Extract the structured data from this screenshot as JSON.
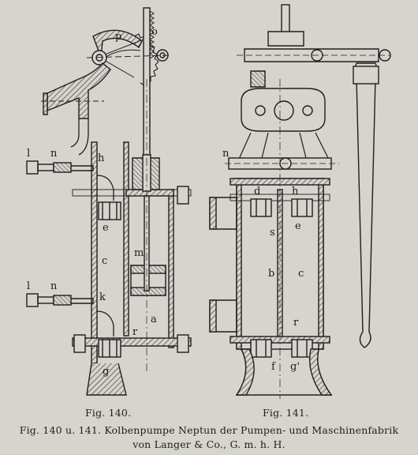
{
  "figure_labels": {
    "fig140": "Fig. 140.",
    "fig141": "Fig. 141."
  },
  "caption": {
    "line1": "Fig. 140 u. 141.  Kolbenpumpe Neptun der Pumpen- und Maschinenfabrik",
    "line2": "von Langer & Co., G. m. h. H."
  },
  "parts_fig140": [
    "p",
    "o",
    "l",
    "n",
    "h",
    "e",
    "c",
    "m",
    "a",
    "l",
    "n",
    "k",
    "r",
    "g"
  ],
  "parts_fig141": [
    "n",
    "d",
    "h",
    "s",
    "e",
    "b",
    "c",
    "r",
    "f",
    "g'"
  ]
}
